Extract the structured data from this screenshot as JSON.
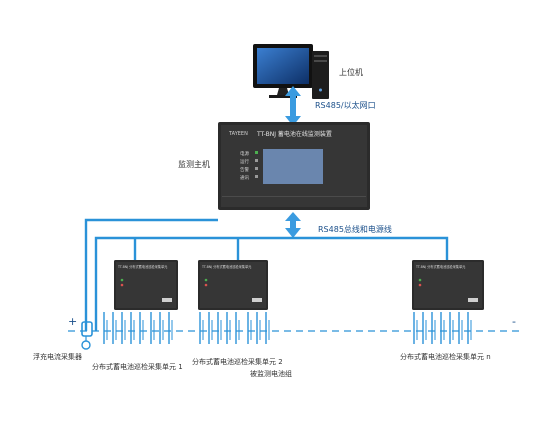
{
  "title": "",
  "colors": {
    "bus_line": "#2a92d8",
    "arrow": "#3a9be0",
    "device_body": "#2b2b2b",
    "device_front": "#3a3a3a",
    "screen": "#6a86ae",
    "label": "#1a4f8a"
  },
  "nodes": {
    "host_computer": {
      "label": "上位机",
      "icon": "desktop-computer-icon"
    },
    "monitor_host": {
      "label": "监测主机",
      "panel_title": "TT-BNJ  蓄电池在线监测装置",
      "brand": "TAYEEN",
      "indicators": [
        "电源",
        "运行",
        "告警",
        "通讯"
      ]
    },
    "units": [
      {
        "label": "分布式蓄电池巡检采集单元 1",
        "panel_title": "TT-BNJ 分布式蓄电池巡检采集单元"
      },
      {
        "label": "分布式蓄电池巡检采集单元 2",
        "panel_title": "TT-BNJ 分布式蓄电池巡检采集单元"
      },
      {
        "label": "分布式蓄电池巡检采集单元 n",
        "panel_title": "TT-BNJ 分布式蓄电池巡检采集单元"
      }
    ],
    "current_sensor": {
      "label": "浮充电流采集器"
    },
    "battery_string": {
      "label": "被监测电池组",
      "plus": "+",
      "minus": "-"
    }
  },
  "edges": {
    "host_link": {
      "label": "RS485/以太网口"
    },
    "bus_link": {
      "label": "RS485总线和电源线"
    }
  }
}
